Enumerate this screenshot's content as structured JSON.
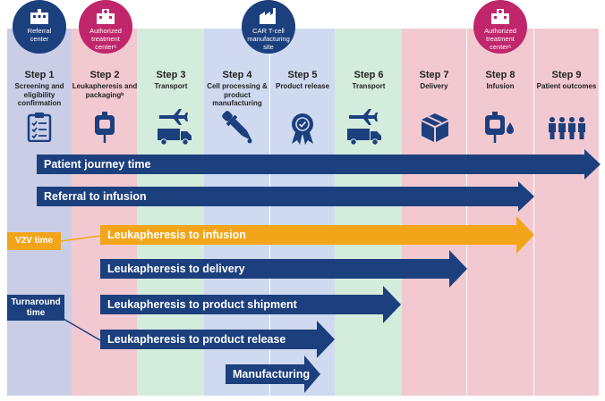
{
  "colors": {
    "navy": "#1c3f7e",
    "magenta": "#c0266b",
    "orange": "#f3a51a",
    "pink_bg": "#f2c9d0",
    "green_bg": "#d4ecdc",
    "blue_bg": "#cfdaf0",
    "lavender_bg": "#c9cee6"
  },
  "badges": {
    "referral": "Referral center",
    "treatment1": "Authorized treatment centerᵃ",
    "manufacturing": "CAR T-cell manufacturing site",
    "treatment2": "Authorized treatment centerᵃ"
  },
  "steps": [
    {
      "title": "Step 1",
      "desc": "Screening and eligibility confirmation",
      "icon": "clipboard-icon"
    },
    {
      "title": "Step 2",
      "desc": "Leukapheresis and packagingᵇ",
      "icon": "blood-bag-icon"
    },
    {
      "title": "Step 3",
      "desc": "Transport",
      "icon": "plane-truck-icon"
    },
    {
      "title": "Step 4",
      "desc": "Cell processing & product manufacturing",
      "icon": "pipette-icon"
    },
    {
      "title": "Step 5",
      "desc": "Product release",
      "icon": "award-ribbon-icon"
    },
    {
      "title": "Step 6",
      "desc": "Transport",
      "icon": "plane-truck-icon"
    },
    {
      "title": "Step 7",
      "desc": "Delivery",
      "icon": "package-icon"
    },
    {
      "title": "Step 8",
      "desc": "Infusion",
      "icon": "infusion-bag-icon"
    },
    {
      "title": "Step 9",
      "desc": "Patient outcomes",
      "icon": "people-icon"
    }
  ],
  "arrows": [
    "Patient journey time",
    "Referral to infusion",
    "Leukapheresis to infusion",
    "Leukapheresis to delivery",
    "Leukapheresis to product shipment",
    "Leukapheresis to product release",
    "Manufacturing"
  ],
  "side_labels": {
    "v2v": "V2V time",
    "turnaround": "Turnaround time"
  }
}
